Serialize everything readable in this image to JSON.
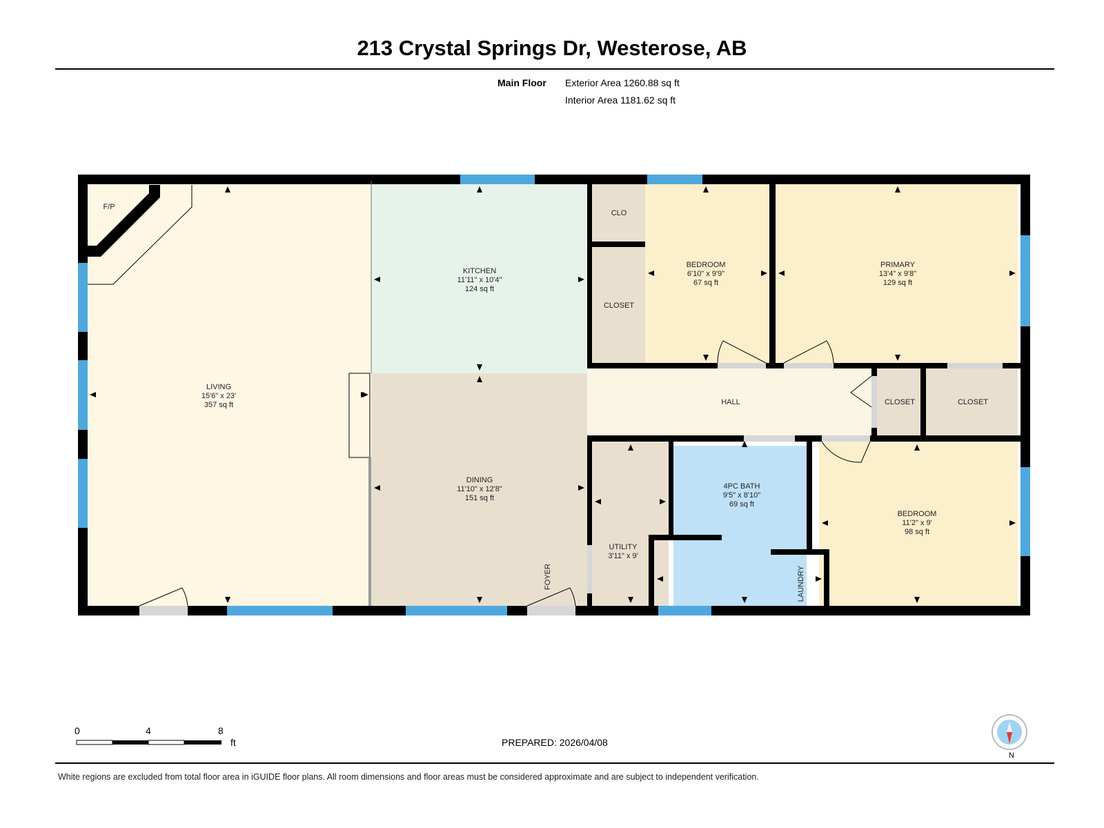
{
  "header": {
    "title": "213 Crystal Springs Dr, Westerose, AB"
  },
  "floor": {
    "name": "Main Floor",
    "exterior_area": "Exterior Area 1260.88 sq ft",
    "interior_area": "Interior Area 1181.62 sq ft"
  },
  "rooms": {
    "fp": {
      "name": "F/P"
    },
    "living": {
      "name": "LIVING",
      "dims": "15'6\" x 23'",
      "area": "357 sq ft"
    },
    "kitchen": {
      "name": "KITCHEN",
      "dims": "11'11\" x 10'4\"",
      "area": "124 sq ft"
    },
    "dining": {
      "name": "DINING",
      "dims": "11'10\" x 12'8\"",
      "area": "151 sq ft"
    },
    "clo": {
      "name": "CLO"
    },
    "closet_bed": {
      "name": "CLOSET"
    },
    "bedroom1": {
      "name": "BEDROOM",
      "dims": "6'10\" x 9'9\"",
      "area": "67 sq ft"
    },
    "primary": {
      "name": "PRIMARY",
      "dims": "13'4\" x 9'8\"",
      "area": "129 sq ft"
    },
    "hall": {
      "name": "HALL"
    },
    "closet_hall1": {
      "name": "CLOSET"
    },
    "closet_hall2": {
      "name": "CLOSET"
    },
    "utility": {
      "name": "UTILITY",
      "dims": "3'11\" x 9'"
    },
    "bath": {
      "name": "4PC BATH",
      "dims": "9'5\" x 8'10\"",
      "area": "69 sq ft"
    },
    "bedroom2": {
      "name": "BEDROOM",
      "dims": "11'2\" x 9'",
      "area": "98 sq ft"
    },
    "foyer": {
      "name": "FOYER"
    },
    "laundry": {
      "name": "LAUNDRY"
    }
  },
  "colors": {
    "living": "#fdf7e4",
    "kitchen": "#e6f2ea",
    "dining": "#e9dfcf",
    "bedroom": "#fcefcc",
    "closet": "#e9dfcf",
    "hall": "#fbf6e4",
    "bath": "#bfe1f7",
    "window": "#4fa8dd",
    "wall": "#000000"
  },
  "scale_bar": {
    "ticks": [
      "0",
      "4",
      "8"
    ],
    "unit": "ft"
  },
  "footer": {
    "prepared": "PREPARED: 2026/04/08",
    "disclaimer": "White regions are excluded from total floor area in iGUIDE floor plans. All room dimensions and floor areas must be considered approximate and are subject to independent verification.",
    "compass_label": "N"
  }
}
